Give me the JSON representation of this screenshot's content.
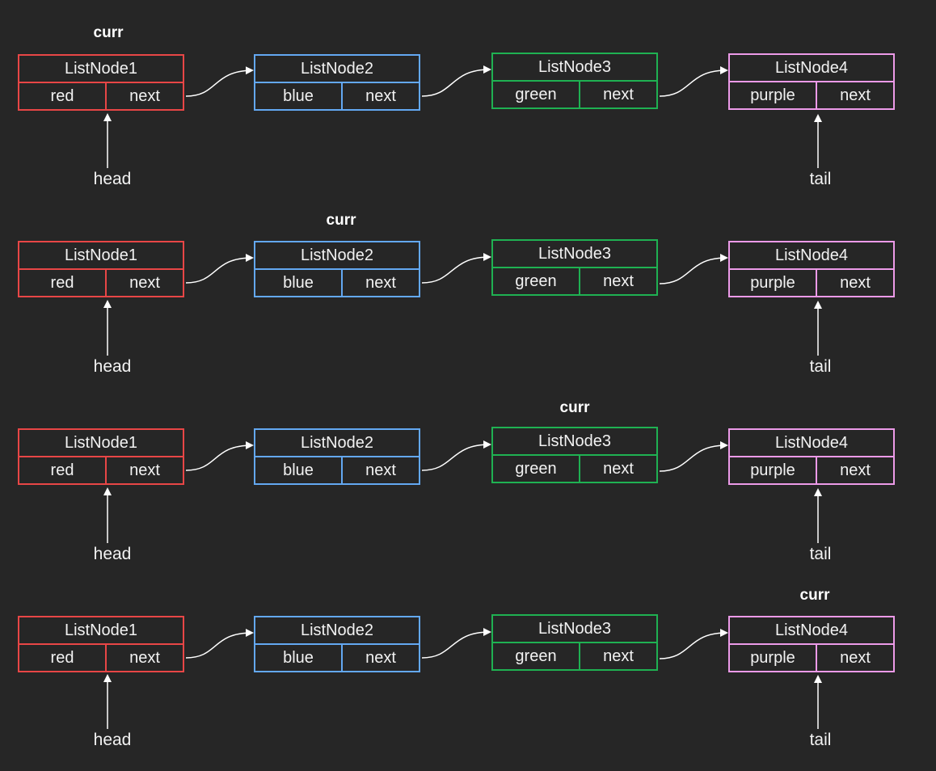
{
  "nodes": [
    {
      "title": "ListNode1",
      "value": "red",
      "next": "next",
      "color": "#e84646"
    },
    {
      "title": "ListNode2",
      "value": "blue",
      "next": "next",
      "color": "#63a8f2"
    },
    {
      "title": "ListNode3",
      "value": "green",
      "next": "next",
      "color": "#1fb152"
    },
    {
      "title": "ListNode4",
      "value": "purple",
      "next": "next",
      "color": "#ec9ae8"
    }
  ],
  "labels": {
    "head": "head",
    "tail": "tail",
    "curr": "curr"
  },
  "steps": [
    {
      "curr_index": 0
    },
    {
      "curr_index": 1
    },
    {
      "curr_index": 2
    },
    {
      "curr_index": 3
    }
  ]
}
